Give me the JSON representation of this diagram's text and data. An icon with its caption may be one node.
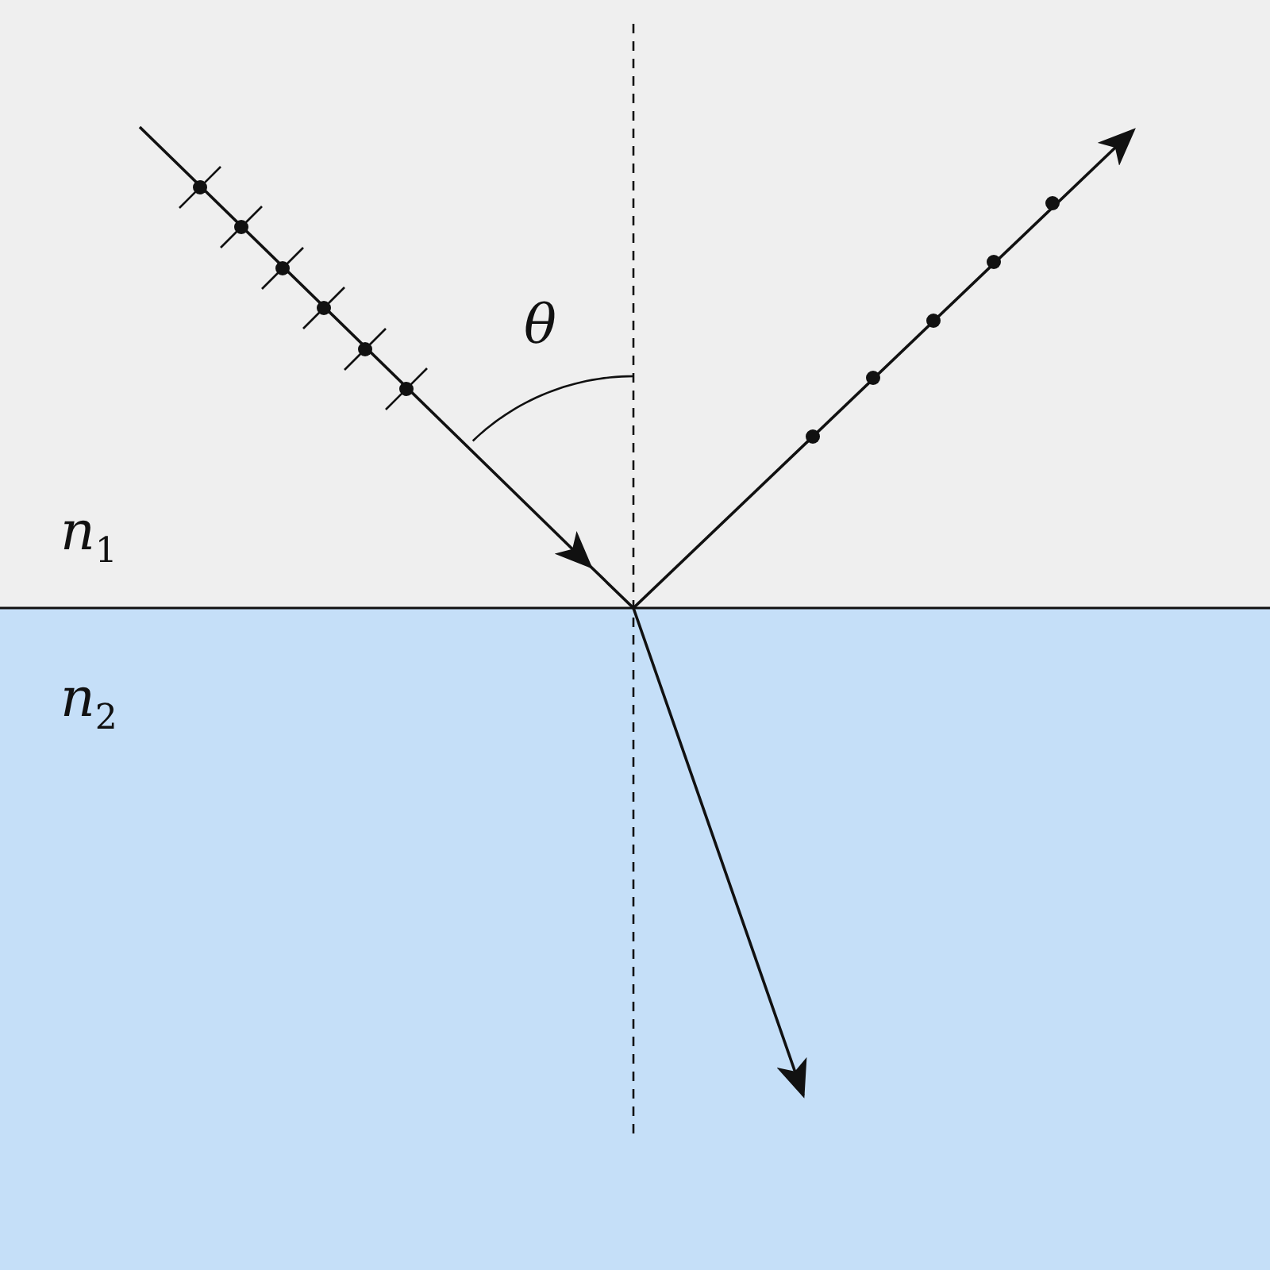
{
  "diagram": {
    "labels": [
      "θ",
      "*n*$_{1}$",
      "*n*$_{2}$"
    ]
  }
}
